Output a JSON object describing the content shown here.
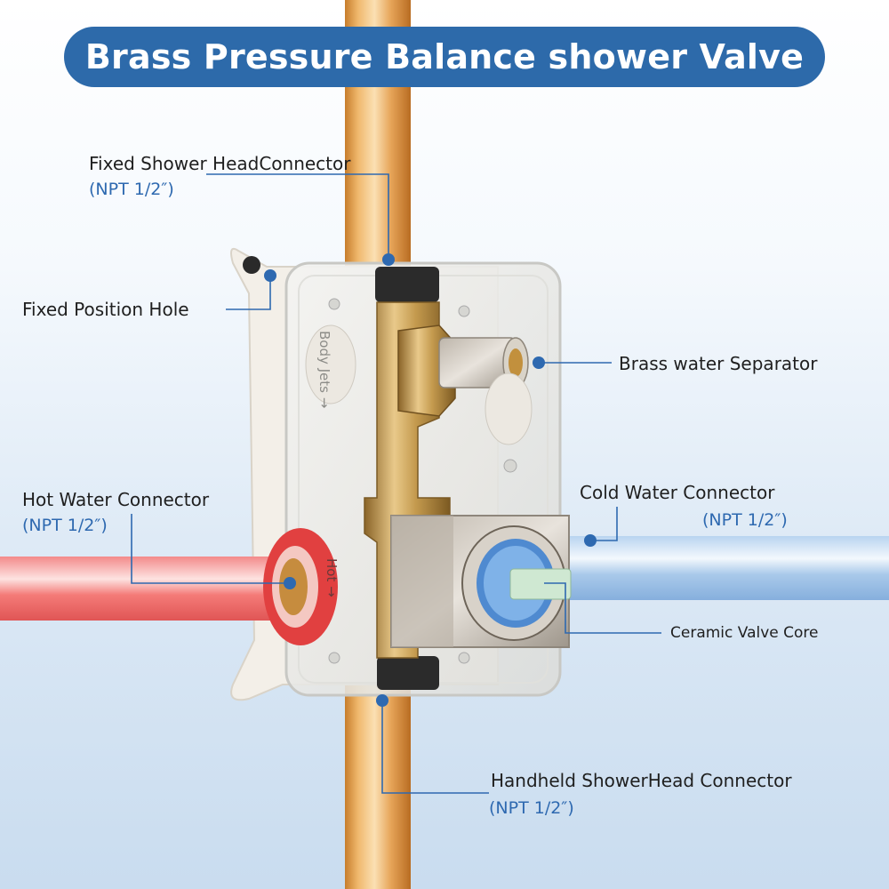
{
  "title": "Brass Pressure Balance shower Valve",
  "callouts": {
    "fixed_shower_head": {
      "label": "Fixed Shower HeadConnector",
      "spec": "(NPT 1/2″)"
    },
    "fixed_position_hole": {
      "label": "Fixed Position Hole"
    },
    "brass_separator": {
      "label": "Brass water Separator"
    },
    "hot_water": {
      "label": "Hot Water Connector",
      "spec": "(NPT 1/2″)"
    },
    "cold_water": {
      "label": "Cold Water Connector",
      "spec": "(NPT 1/2″)"
    },
    "ceramic_core": {
      "label": "Ceramic Valve Core"
    },
    "handheld": {
      "label": "Handheld ShowerHead Connector",
      "spec": "(NPT 1/2″)"
    }
  },
  "housing_text": {
    "body_jets": "Body Jets →",
    "hot": "Hot →"
  },
  "colors": {
    "banner": "#2d6aaa",
    "callout_line": "#2e69b0",
    "spec_text": "#2e69b0",
    "copper": "#e3a65a",
    "hot_pipe": "#f06a6a",
    "cold_pipe": "#9fc4ec",
    "brass": "#c9a054"
  }
}
